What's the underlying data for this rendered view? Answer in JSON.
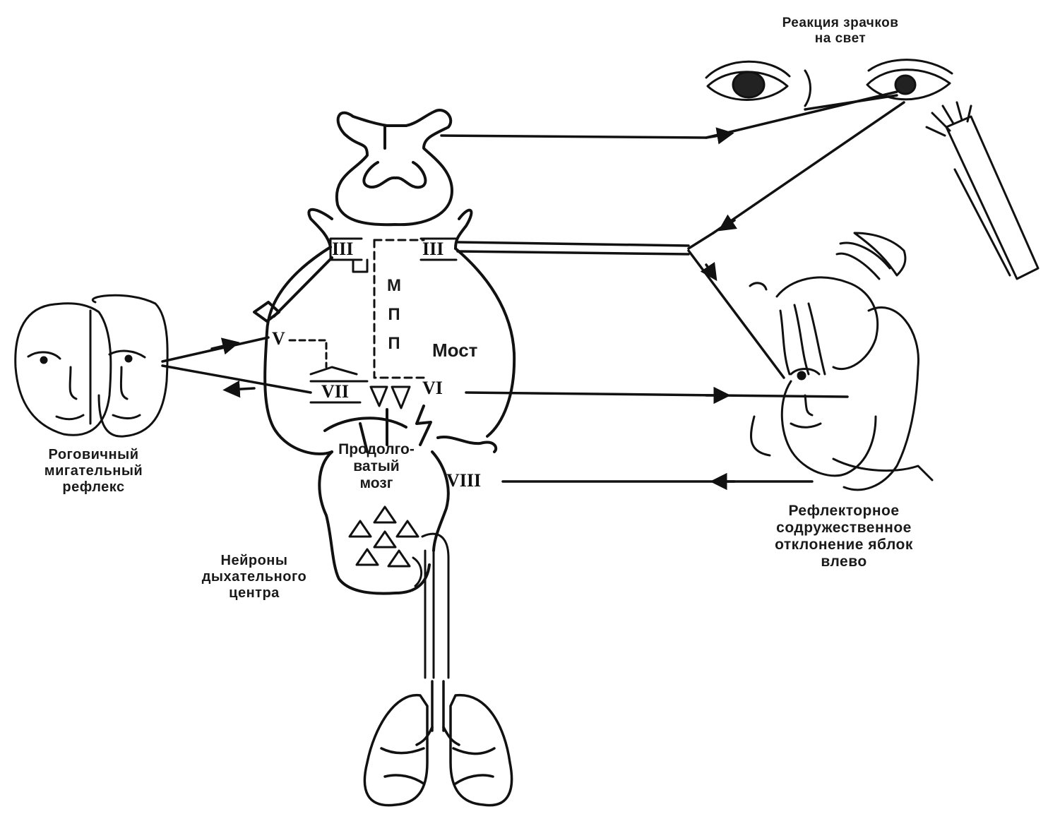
{
  "labels": {
    "pupil_reaction": [
      "Реакция зрачков",
      "на свет"
    ],
    "corneal_reflex": [
      "Роговичный",
      "мигательный",
      "рефлекс"
    ],
    "oculomotor_reflex": [
      "Рефлекторное",
      "содружественное",
      "отклонение яблок",
      "влево"
    ],
    "respiratory_neurons": [
      "Нейроны",
      "дыхательного",
      "центра"
    ],
    "pons": "Мост",
    "medulla": [
      "Продолго-",
      "ватый",
      "мозг"
    ],
    "mlf": [
      "М",
      "П",
      "П"
    ]
  },
  "nerves": {
    "iii_left": "III",
    "iii_right": "III",
    "v": "V",
    "vii": "VII",
    "vi": "VI",
    "viii": "VIII"
  },
  "colors": {
    "ink": "#111111",
    "background": "#ffffff"
  }
}
